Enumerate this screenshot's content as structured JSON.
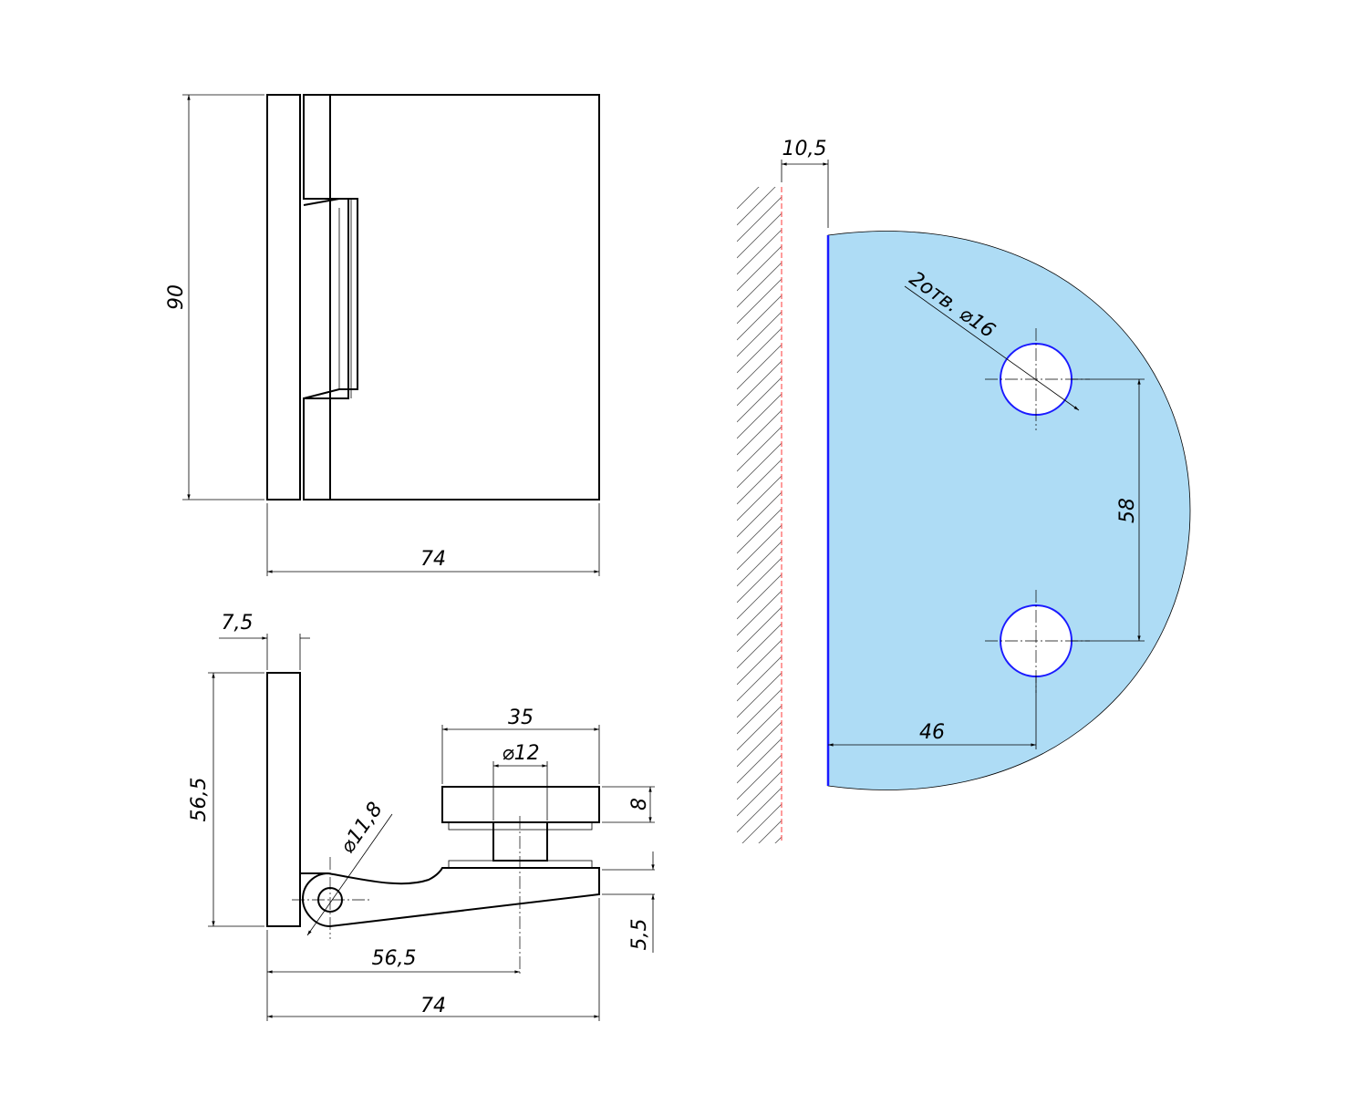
{
  "front_view": {
    "height_label": "90",
    "width_label": "74"
  },
  "side_view": {
    "plate_thickness_label": "7,5",
    "plate_height_label": "56,5",
    "clamp_width_label": "35",
    "bolt_diameter_label": "⌀12",
    "clamp_height_label": "8",
    "pivot_diameter_label": "⌀11,8",
    "arm_thickness_label": "5,5",
    "axis_offset_label": "56,5",
    "overall_width_label": "74"
  },
  "glass_view": {
    "gap_label": "10,5",
    "holes_label": "2отв. ⌀16",
    "hole_spacing_label": "58",
    "hole_offset_label": "46",
    "glass_color": "#aedcf5",
    "hole_outline_color": "#1a1aff",
    "wall_line_color": "#ff5a5a"
  }
}
